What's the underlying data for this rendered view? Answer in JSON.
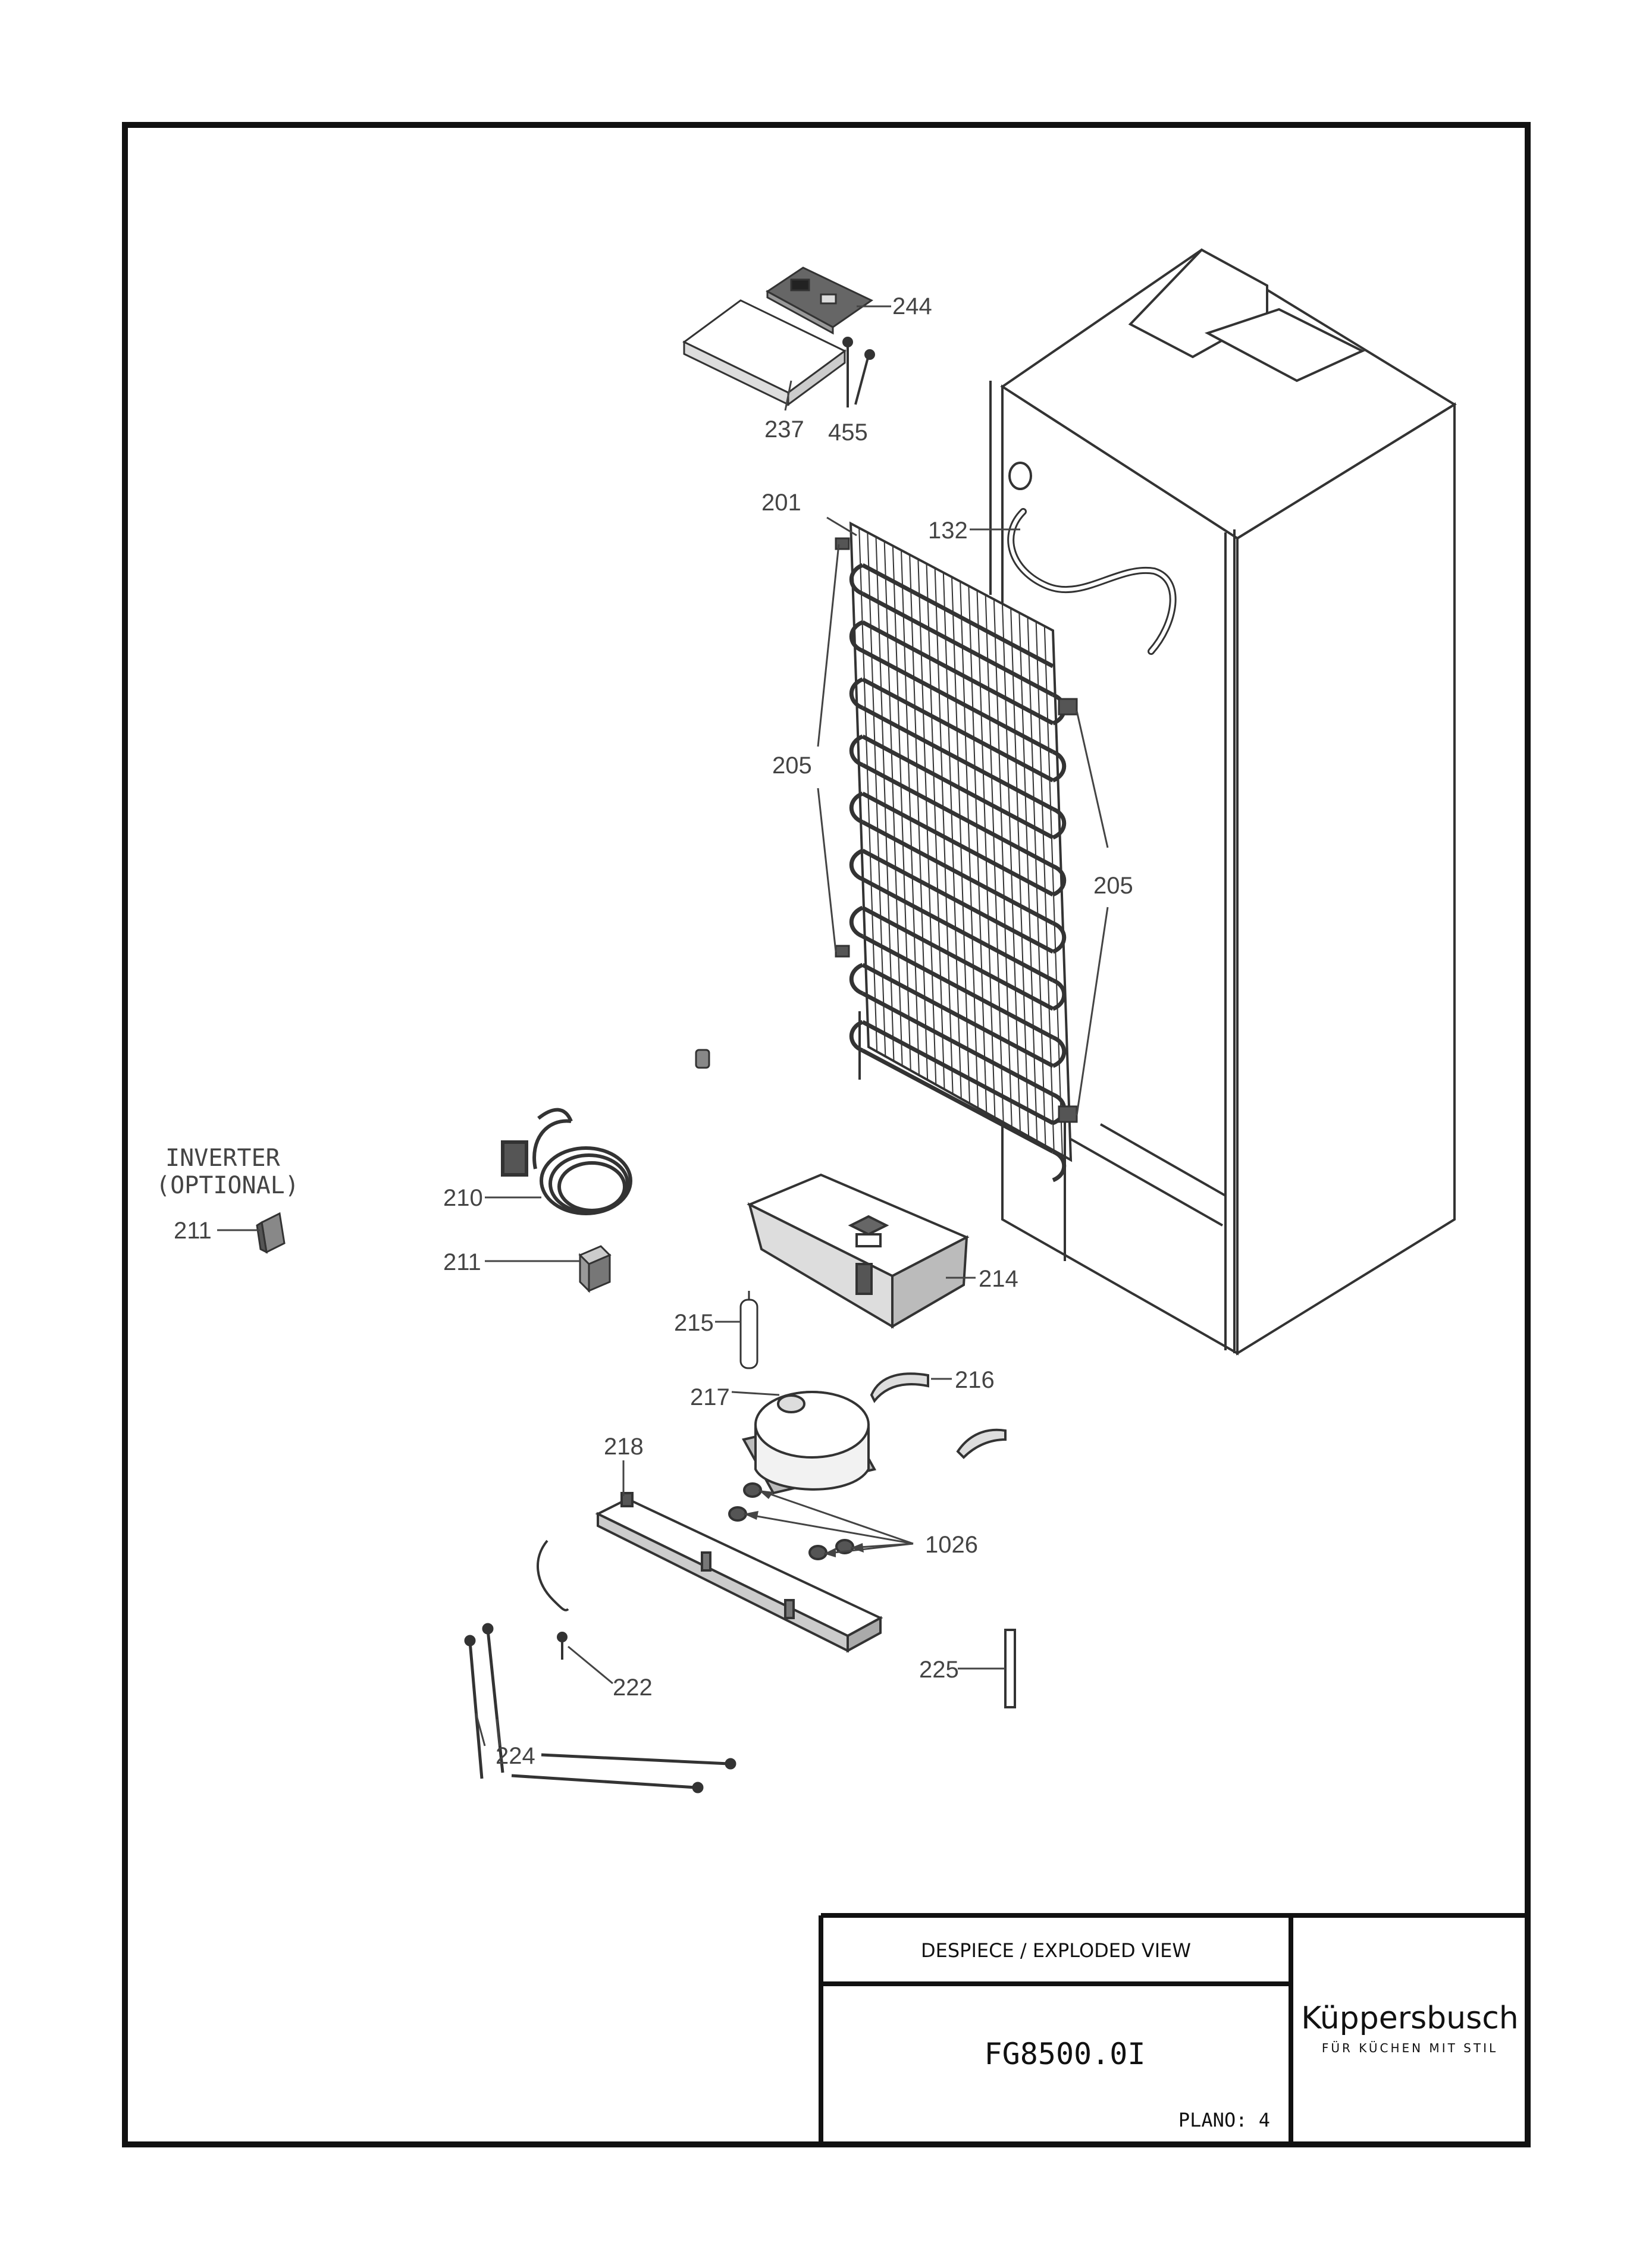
{
  "title_block": {
    "header": "DESPIECE / EXPLODED VIEW",
    "model": "FG8500.0I",
    "sheet": "PLANO: 4",
    "brand": "Küppersbusch",
    "tagline": "FÜR KÜCHEN MIT STIL"
  },
  "inverter_note": {
    "line1": "INVERTER",
    "line2": "(OPTIONAL)"
  },
  "callouts": {
    "c244": "244",
    "c237": "237",
    "c455": "455",
    "c201": "201",
    "c132": "132",
    "c205a": "205",
    "c205b": "205",
    "c210": "210",
    "c211a": "211",
    "c211b": "211",
    "c214": "214",
    "c215": "215",
    "c216": "216",
    "c217": "217",
    "c218": "218",
    "c1026": "1026",
    "c222": "222",
    "c225": "225",
    "c224": "224"
  },
  "colors": {
    "frame": "#111111",
    "line": "#333333",
    "text": "#444444"
  }
}
